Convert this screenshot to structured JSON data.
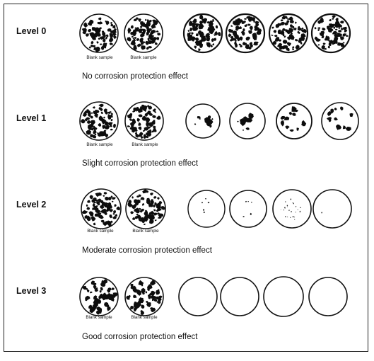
{
  "figure": {
    "levels": [
      {
        "id": "level-0",
        "title": "Level 0",
        "description": "No corrosion protection effect",
        "blank_labels": [
          "Blank sample",
          "Blank sample"
        ],
        "treated_corrosion": [
          "dense",
          "dense",
          "dense",
          "dense"
        ]
      },
      {
        "id": "level-1",
        "title": "Level 1",
        "description": "Slight corrosion protection effect",
        "blank_labels": [
          "Blank sample",
          "Blank sample"
        ],
        "treated_corrosion": [
          "few-large",
          "few-large",
          "medium",
          "medium"
        ]
      },
      {
        "id": "level-2",
        "title": "Level 2",
        "description": "Moderate corrosion protection effect",
        "blank_labels": [
          "Blank sample",
          "Blank sample"
        ],
        "treated_corrosion": [
          "sparse-dots",
          "sparse-dots",
          "scattered-dots",
          "single-dot"
        ]
      },
      {
        "id": "level-3",
        "title": "Level 3",
        "description": "Good corrosion protection effect",
        "blank_labels": [
          "Blank sample",
          "Blank sample"
        ],
        "treated_corrosion": [
          "none",
          "none",
          "none",
          "none"
        ]
      }
    ]
  }
}
